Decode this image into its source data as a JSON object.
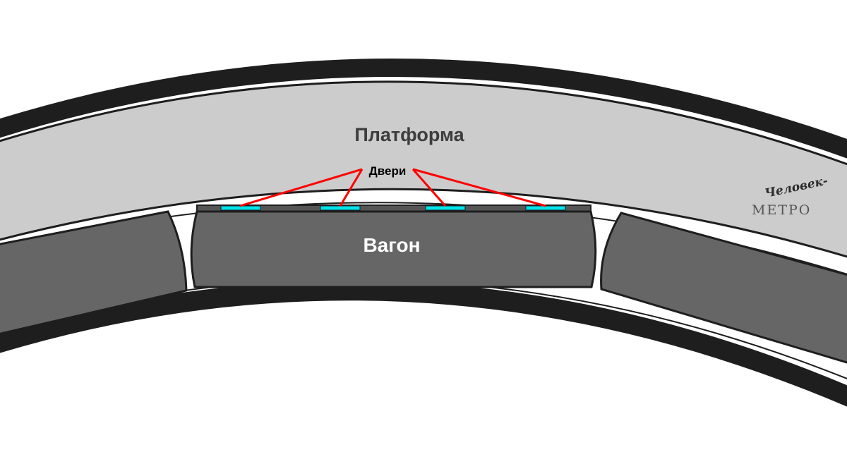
{
  "labels": {
    "platform": "Платформа",
    "car": "Вагон",
    "doors": "Двери"
  },
  "logo": {
    "line1": "Человек-",
    "line2": "МЕТРО"
  },
  "colors": {
    "platform_fill": "#cccccc",
    "rail_stroke": "#1e1e1e",
    "car_fill": "#666666",
    "car_stroke": "#1e1e1e",
    "door_fill": "#00e5ee",
    "pointer_line": "#ff0000",
    "background": "#ffffff"
  },
  "door_count": 4
}
